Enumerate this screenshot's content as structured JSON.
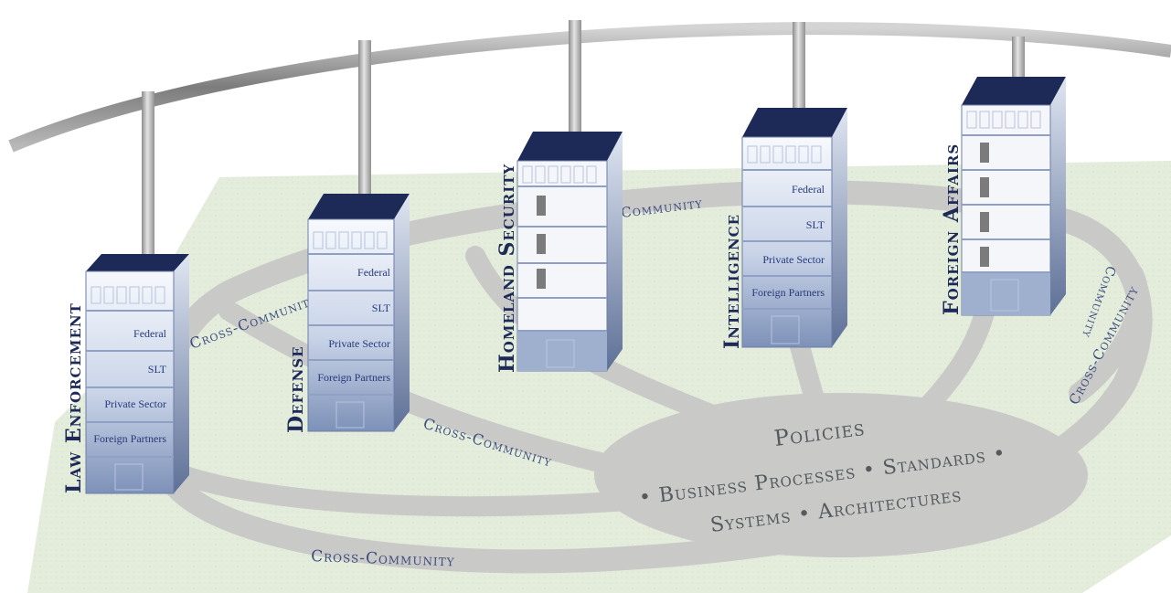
{
  "road_labels": {
    "top": "Community",
    "upper_left": "Cross-Community",
    "middle": "Cross-Community",
    "bottom": "Cross-Community",
    "right_upper": "Community",
    "right_lower": "Cross-Community"
  },
  "center": {
    "line1": "Policies",
    "line2": "• Business Processes • Standards •",
    "line3": "Systems • Architectures"
  },
  "buildings": {
    "law_enforcement": {
      "name": "Law Enforcement",
      "floors": [
        "Federal",
        "SLT",
        "Private Sector",
        "Foreign Partners"
      ]
    },
    "defense": {
      "name": "Defense",
      "floors": [
        "Federal",
        "SLT",
        "Private Sector",
        "Foreign Partners"
      ]
    },
    "homeland_security": {
      "name": "Homeland Security"
    },
    "intelligence": {
      "name": "Intelligence",
      "floors": [
        "Federal",
        "SLT",
        "Private Sector",
        "Foreign Partners"
      ]
    },
    "foreign_affairs": {
      "name": "Foreign Affairs"
    }
  },
  "colors": {
    "ground": "#e4ecdb",
    "road": "#c9c9c7",
    "roof": "#1d2a57",
    "building_light": "#f2f5fb",
    "building_dark": "#8ea0c2",
    "arch": "#8e8e8e",
    "text_blue": "#263a7a"
  }
}
